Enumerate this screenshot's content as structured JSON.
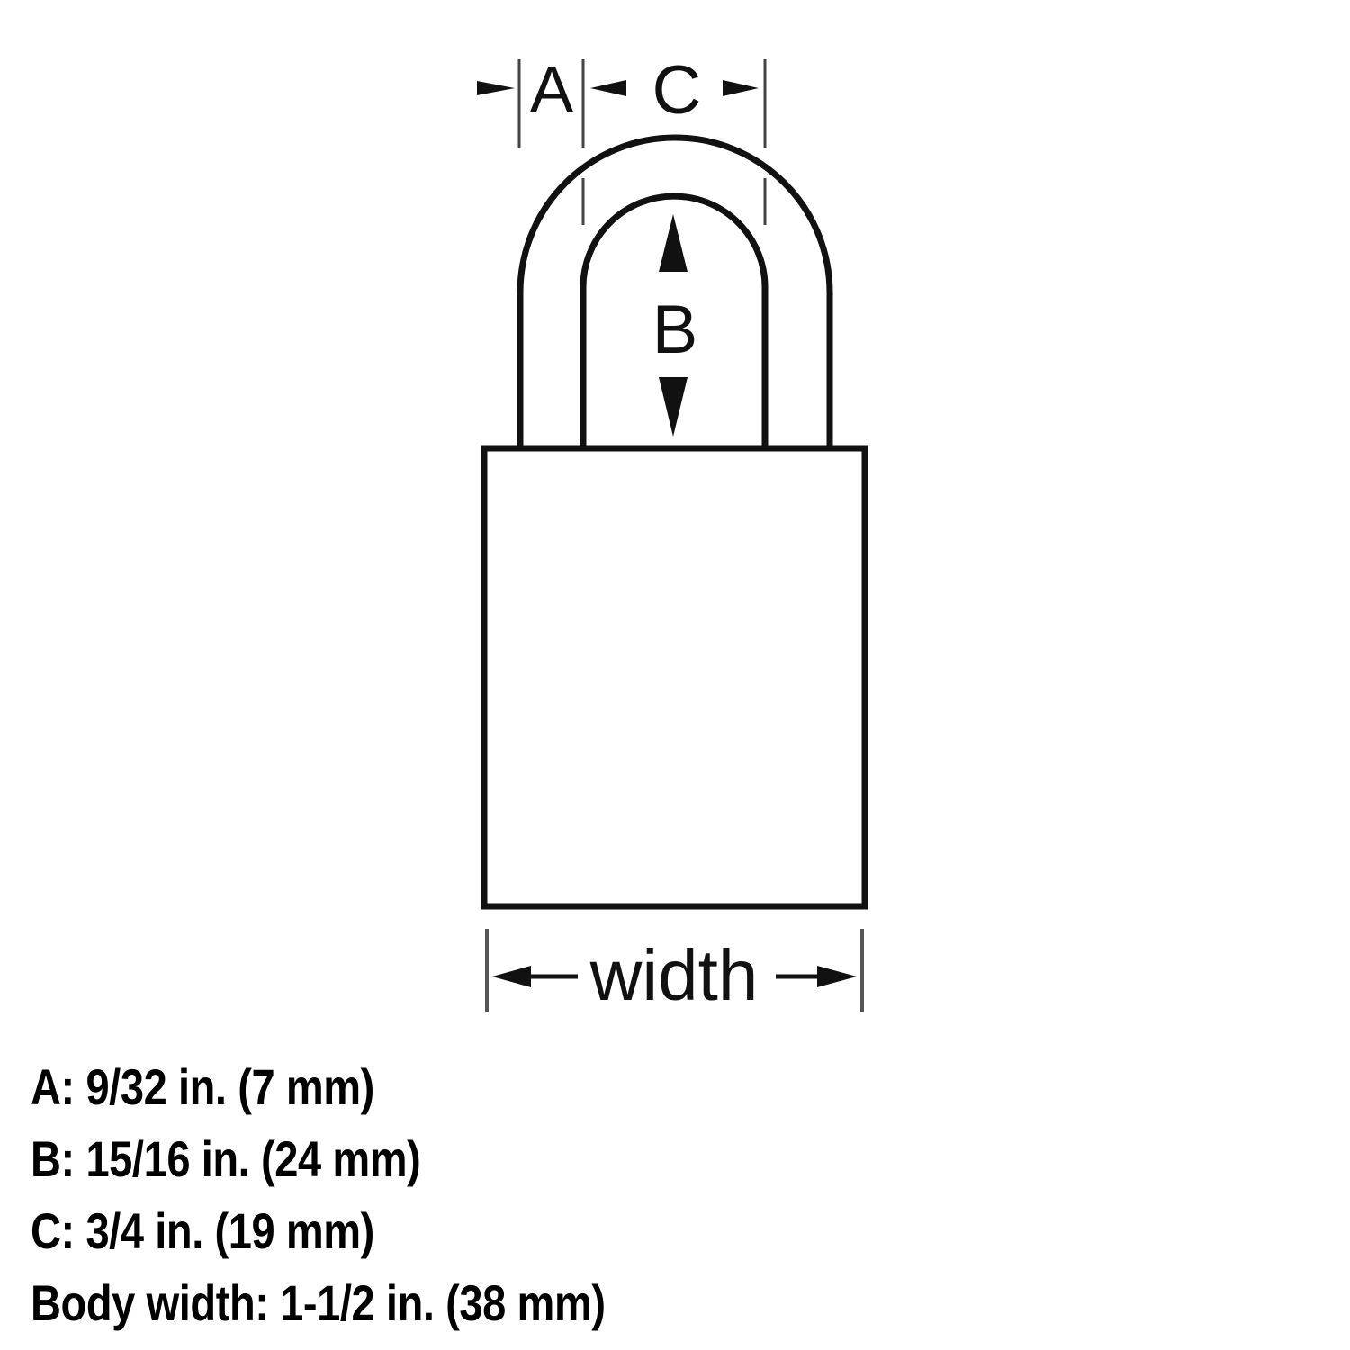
{
  "diagram": {
    "title": "Padlock dimension diagram",
    "labels": {
      "a": "A",
      "b": "B",
      "c": "C",
      "width": "width"
    },
    "colors": {
      "stroke": "#111111",
      "dimension_line": "#444444",
      "background": "#ffffff"
    }
  },
  "specs": [
    {
      "key": "A",
      "text": "A: 9/32 in. (7 mm)",
      "inches": "9/32",
      "mm": 7
    },
    {
      "key": "B",
      "text": "B: 15/16 in. (24 mm)",
      "inches": "15/16",
      "mm": 24
    },
    {
      "key": "C",
      "text": "C: 3/4 in. (19 mm)",
      "inches": "3/4",
      "mm": 19
    },
    {
      "key": "Body width",
      "text": "Body width: 1-1/2 in. (38 mm)",
      "inches": "1-1/2",
      "mm": 38
    }
  ]
}
